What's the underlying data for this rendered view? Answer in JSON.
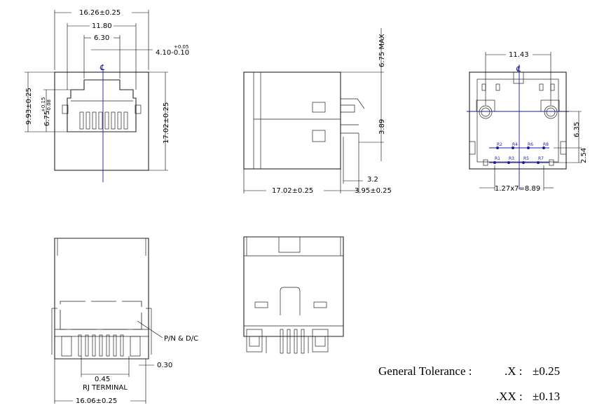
{
  "views": {
    "front": {
      "dim_overall_width": "16.26±0.25",
      "dim_inner_width": "11.80",
      "dim_slot_width": "6.30",
      "dim_slot_tol_plus": "+0.05",
      "dim_slot_value": "4.10-0.10",
      "dim_height_left": "9.93±0.25",
      "dim_height_inner": "6.75",
      "dim_height_inner_tol_plus": "+0.15",
      "dim_height_inner_tol_minus": "-0.08",
      "dim_height_right": "17.02±0.25",
      "centerline_symbol": "℄"
    },
    "side": {
      "dim_max_height": "6.75  MAX",
      "dim_pin_height": "3.89",
      "dim_overall_length": "17.02±0.25",
      "dim_pin_offset": "3.2",
      "dim_pin_length": "3.95±0.25"
    },
    "bottom": {
      "dim_post_spacing": "11.43",
      "dim_post_offset": "6.35",
      "dim_row_offset": "2.54",
      "dim_pin_pitch": "1.27x7=8.89",
      "centerline_symbol": "℄",
      "pin_labels_top": [
        "R2",
        "R4",
        "R6",
        "R8"
      ],
      "pin_labels_bottom": [
        "R1",
        "R3",
        "R5",
        "R7"
      ]
    },
    "rear": {
      "label_part_number": "P/N  &  D/C",
      "dim_pin_gap": "0.30",
      "dim_pin_width": "0.45",
      "label_terminal": "RJ  TERMINAL",
      "dim_overall_width": "16.06±0.25"
    }
  },
  "tolerance": {
    "label": "General Tolerance :",
    "x_format": ".X :",
    "x_value": "±0.25",
    "xx_format": ".XX :",
    "xx_value": "±0.13"
  }
}
